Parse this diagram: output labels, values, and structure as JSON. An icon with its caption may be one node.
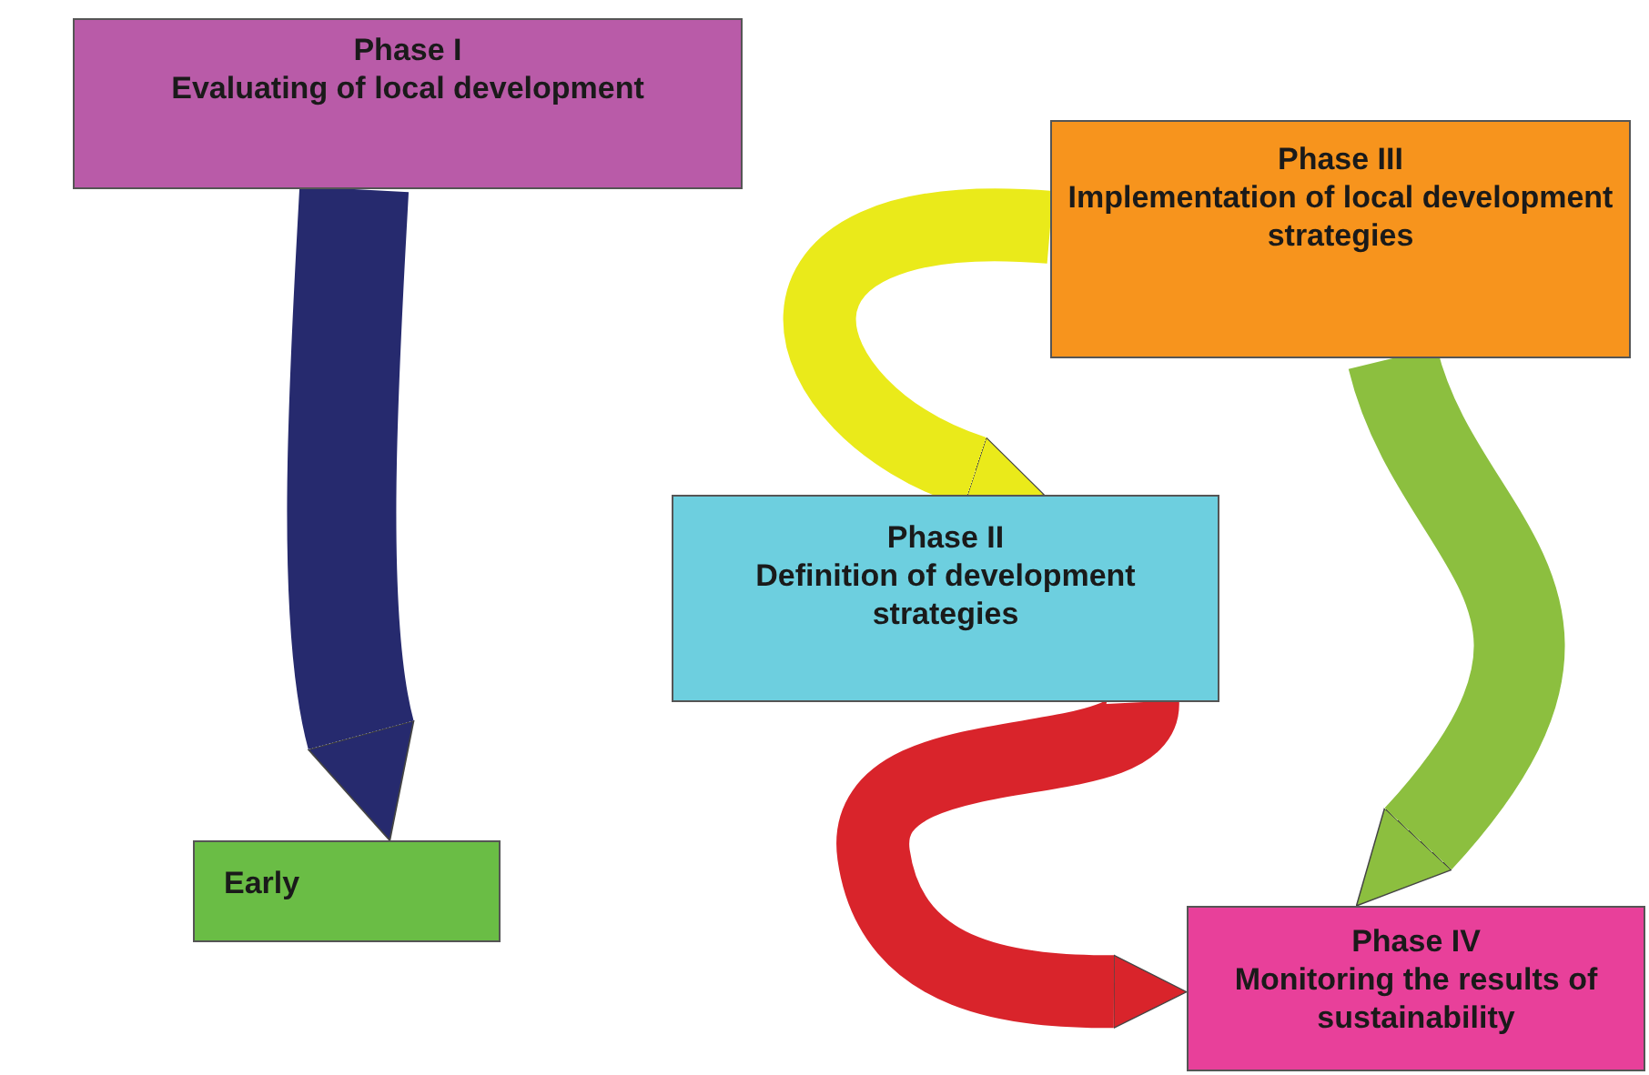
{
  "diagram": {
    "nodes": [
      {
        "text": [
          "Phase I",
          "Evaluating of local development"
        ]
      },
      {
        "text": [
          "Phase III",
          "Implementation of local development strategies"
        ]
      },
      {
        "text": [
          "Phase II",
          "Definition of development strategies"
        ]
      },
      {
        "text": [
          "Early"
        ]
      },
      {
        "text": [
          "Phase IV",
          "Monitoring the results of sustainability"
        ]
      }
    ],
    "edges": [
      {
        "from": 0,
        "to": 3,
        "arrow": "to",
        "color": "#262a6e"
      },
      {
        "from": 1,
        "to": 2,
        "arrow": "to",
        "color": "#eaea1a"
      },
      {
        "from": 1,
        "to": 4,
        "arrow": "to",
        "color": "#8cbf3f"
      },
      {
        "from": 2,
        "to": 4,
        "arrow": "to",
        "color": "#d9242b"
      }
    ]
  }
}
